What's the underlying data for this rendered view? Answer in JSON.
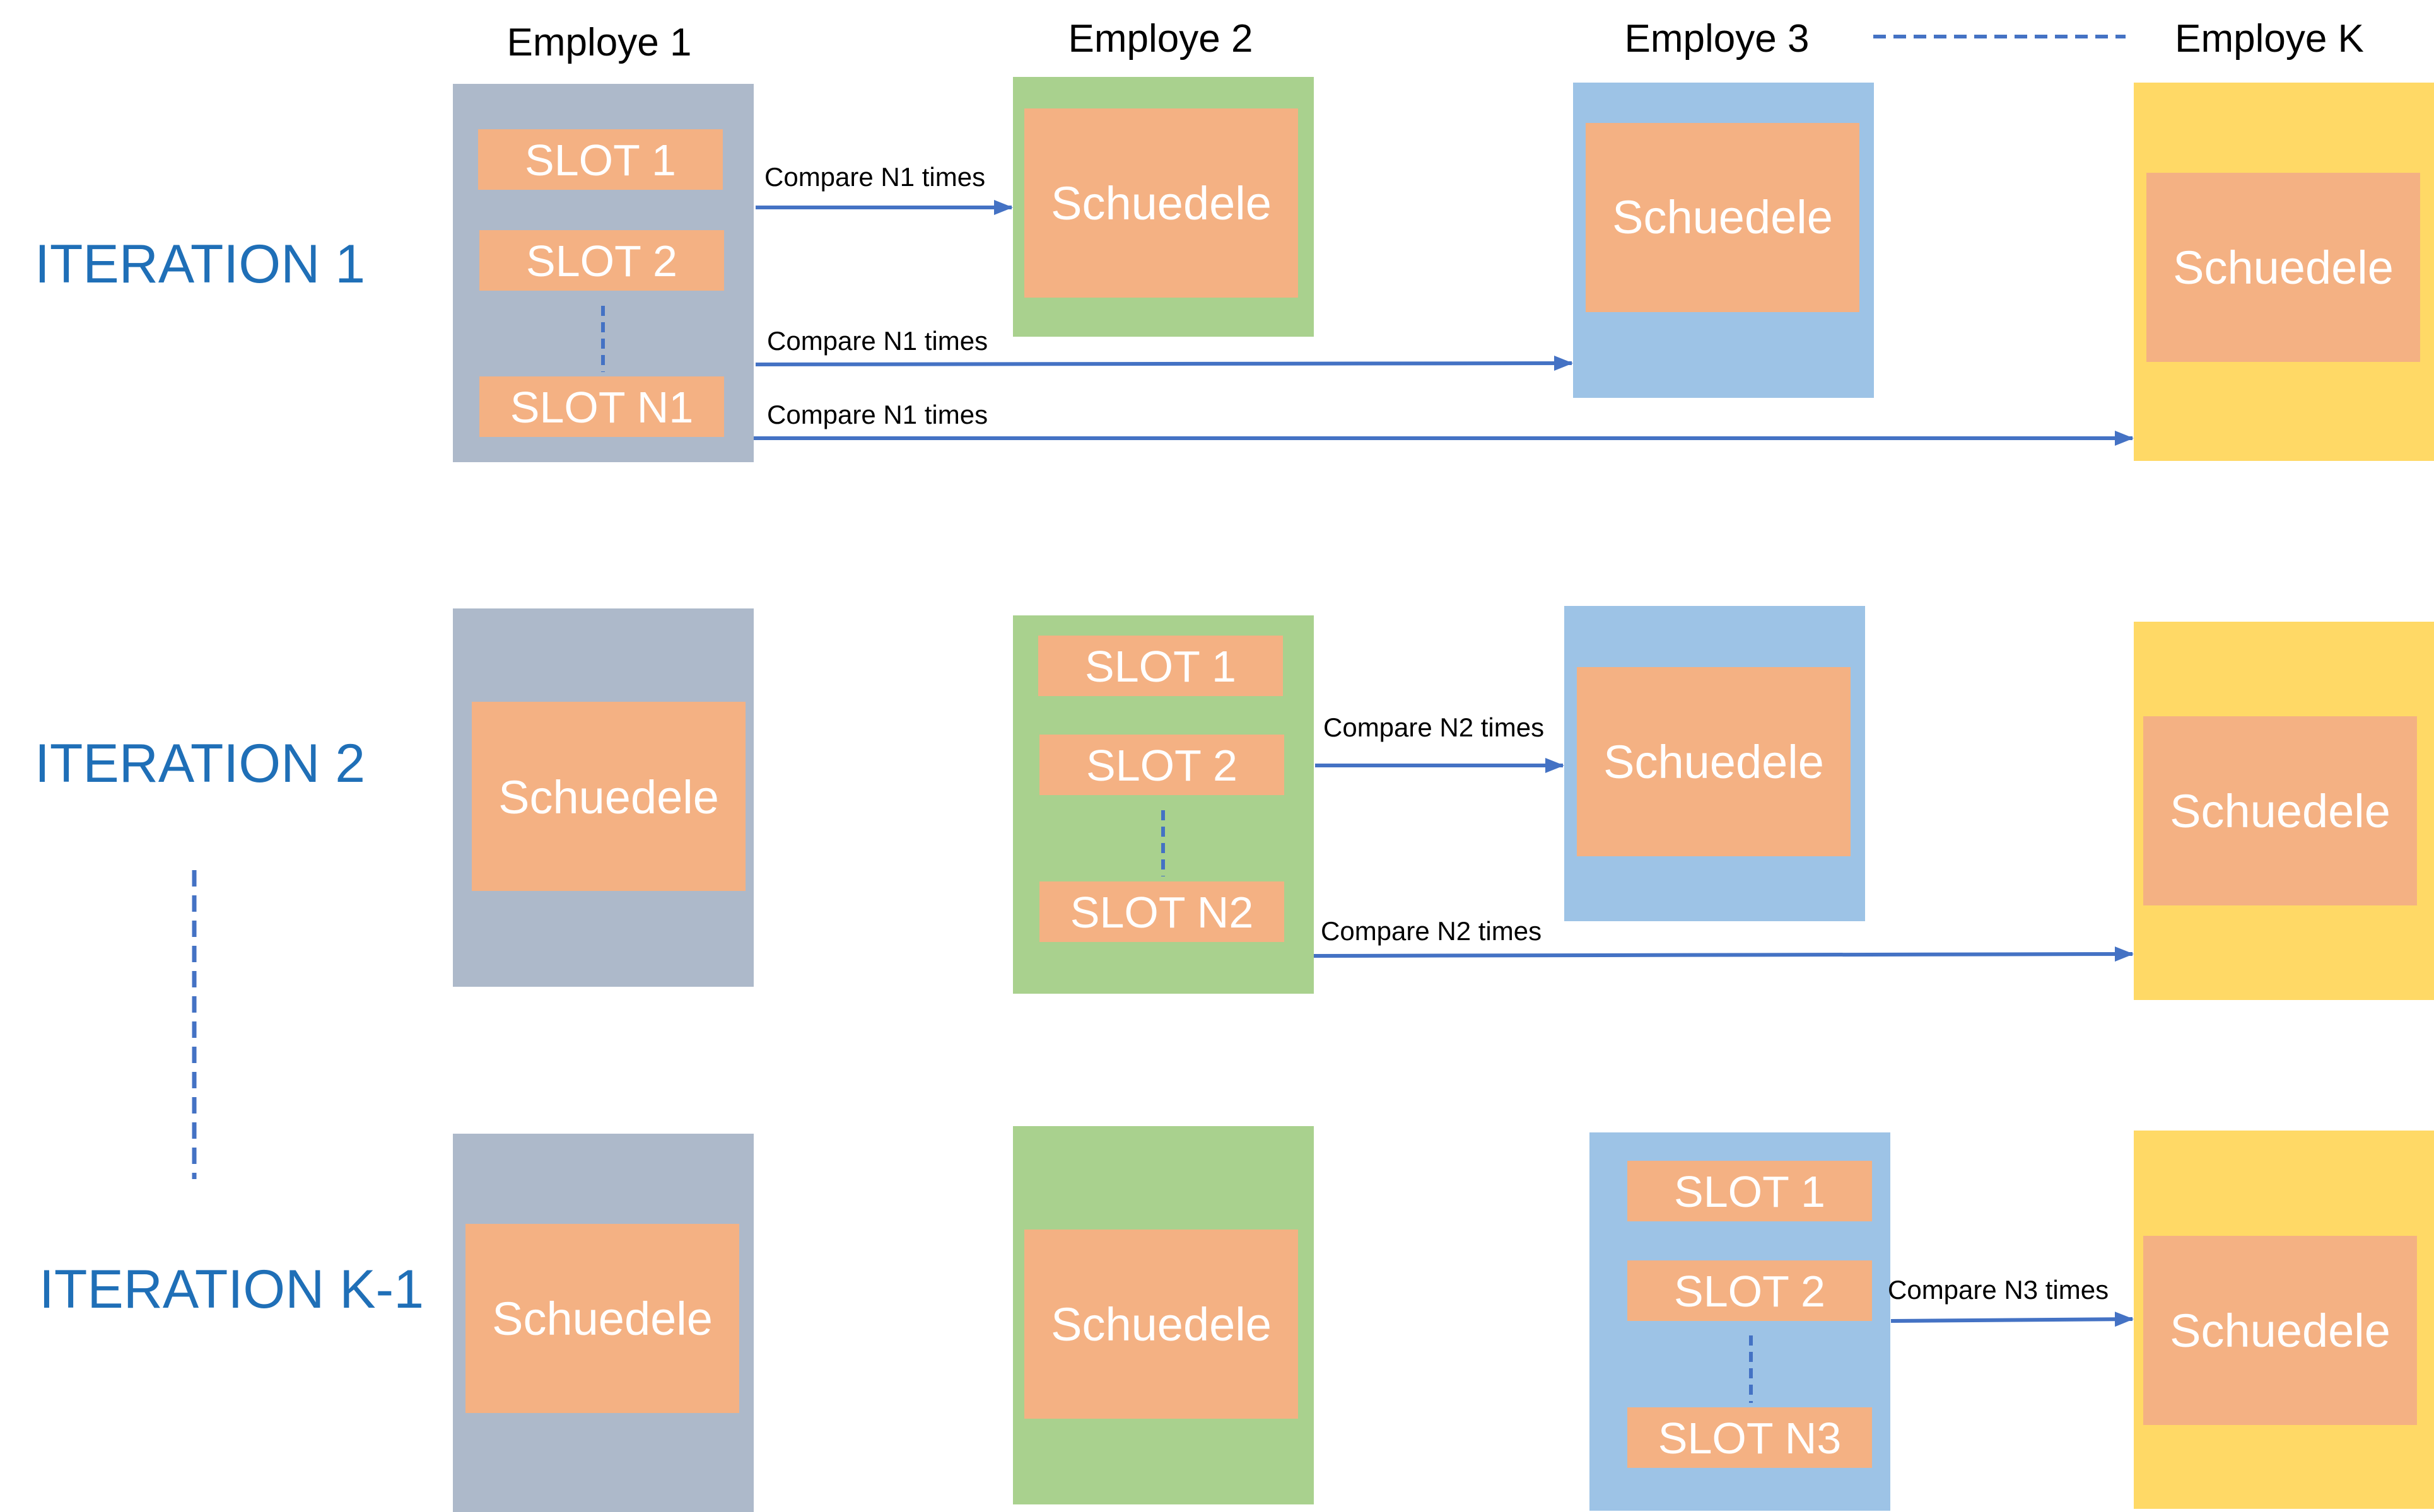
{
  "employees": [
    {
      "name": "Employe 1",
      "color": "#adb9ca"
    },
    {
      "name": "Employe 2",
      "color": "#a9d18e"
    },
    {
      "name": "Employe 3",
      "color": "#9dc3e6"
    },
    {
      "name": "Employe K",
      "color": "#ffd966"
    }
  ],
  "iterations": [
    {
      "label": "ITERATION 1"
    },
    {
      "label": "ITERATION 2"
    },
    {
      "label": "ITERATION K-1"
    }
  ],
  "schedule_label": "Schuedele",
  "slots": {
    "iteration1": [
      "SLOT 1",
      "SLOT 2",
      "SLOT N1"
    ],
    "iteration2": [
      "SLOT 1",
      "SLOT 2",
      "SLOT N2"
    ],
    "iterationK1": [
      "SLOT 1",
      "SLOT 2",
      "SLOT N3"
    ]
  },
  "arrows": {
    "iteration1": [
      "Compare N1 times",
      "Compare N1 times",
      "Compare N1 times"
    ],
    "iteration2": [
      "Compare N2 times",
      "Compare N2 times"
    ],
    "iterationK1": [
      "Compare N3 times"
    ]
  },
  "colors": {
    "slot_fill": "#f4b183",
    "arrow": "#4472c4",
    "iteration_text": "#1f6fb7"
  }
}
